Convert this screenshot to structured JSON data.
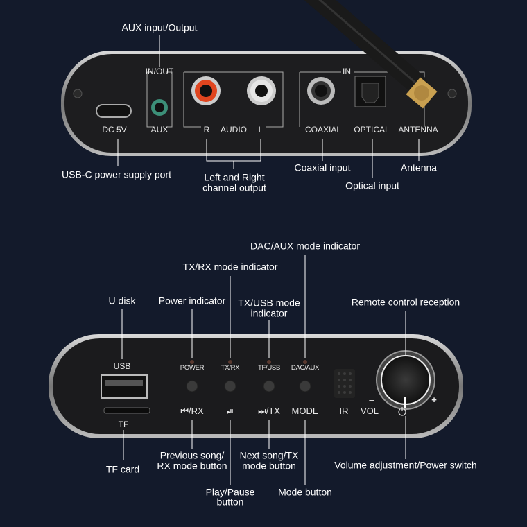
{
  "rear_panel": {
    "device_labels": {
      "in_out": "IN/OUT",
      "aux": "AUX",
      "dc5v": "DC 5V",
      "r": "R",
      "audio": "AUDIO",
      "l": "L",
      "in": "IN",
      "coaxial": "COAXIAL",
      "optical": "OPTICAL",
      "antenna": "ANTENNA"
    },
    "callouts": {
      "aux": "AUX input/Output",
      "usbc": "USB-C power supply port",
      "lr_line1": "Left and Right",
      "lr_line2": "channel output",
      "coaxial": "Coaxial input",
      "optical": "Optical input",
      "antenna": "Antenna"
    }
  },
  "front_panel": {
    "device_labels": {
      "usb": "USB",
      "tf": "TF",
      "power": "POWER",
      "txrx": "TX/RX",
      "tfusb": "TF/USB",
      "dacaux": "DAC/AUX",
      "prev_rx": "⏮/RX",
      "play_pause": "⏯",
      "next_tx": "⏭/TX",
      "mode": "MODE",
      "ir": "IR",
      "vol": "VOL",
      "minus": "–",
      "plus": "+"
    },
    "callouts": {
      "udisk": "U disk",
      "power_ind": "Power indicator",
      "txrx_ind": "TX/RX mode indicator",
      "txusb_line1": "TX/USB mode",
      "txusb_line2": "indicator",
      "dacaux_ind": "DAC/AUX mode  indicator",
      "remote": "Remote control reception",
      "tfcard": "TF card",
      "prev_line1": "Previous song/",
      "prev_line2": "RX mode button",
      "play_line1": "Play/Pause",
      "play_line2": "button",
      "next_line1": "Next song/TX",
      "next_line2": "mode button",
      "mode_btn": "Mode button",
      "volume": "Volume adjustment/Power switch"
    }
  },
  "colors": {
    "background": "#131a2b",
    "rca_right": "#e0451f",
    "rca_left": "#e6e6e6",
    "aux_ring": "#3c8f78",
    "antenna_gold": "#c9a050"
  }
}
